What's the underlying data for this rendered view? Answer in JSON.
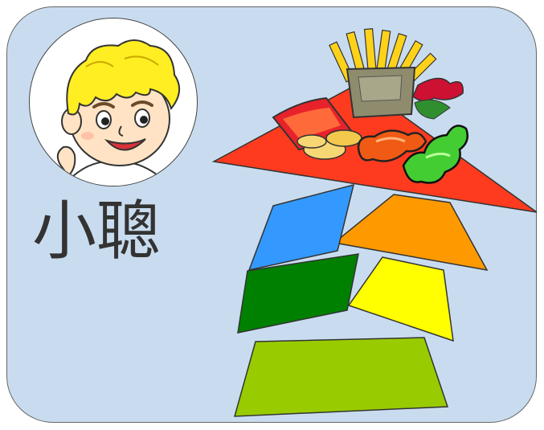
{
  "character": {
    "name": "小聰",
    "avatar_icon": "boy-avatar-icon"
  },
  "pyramid": {
    "top_icon": "junk-food-icon",
    "pieces": [
      {
        "id": "top",
        "color": "#ff3b1f"
      },
      {
        "id": "middle-left",
        "color": "#3399ff"
      },
      {
        "id": "middle-right",
        "color": "#ff9900"
      },
      {
        "id": "lower-left",
        "color": "#008000"
      },
      {
        "id": "lower-right",
        "color": "#ffff00"
      },
      {
        "id": "base",
        "color": "#99cc00"
      }
    ]
  }
}
